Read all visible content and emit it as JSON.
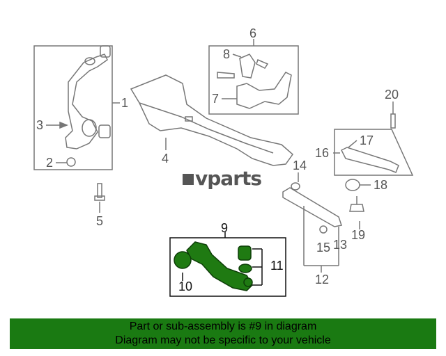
{
  "watermark": "vparts",
  "callouts": {
    "n1": "1",
    "n2": "2",
    "n3": "3",
    "n4": "4",
    "n5": "5",
    "n6": "6",
    "n7": "7",
    "n8": "8",
    "n9": "9",
    "n10": "10",
    "n11": "11",
    "n12": "12",
    "n13": "13",
    "n14": "14",
    "n15": "15",
    "n16": "16",
    "n17": "17",
    "n18": "18",
    "n19": "19",
    "n20": "20"
  },
  "banner": {
    "line1": "Part or sub-assembly is #9 in diagram",
    "line2": "Diagram may not be specific to your vehicle"
  },
  "colors": {
    "highlight_part": "#1f7a12",
    "banner_bg": "#1a7a12",
    "line": "#777777"
  }
}
